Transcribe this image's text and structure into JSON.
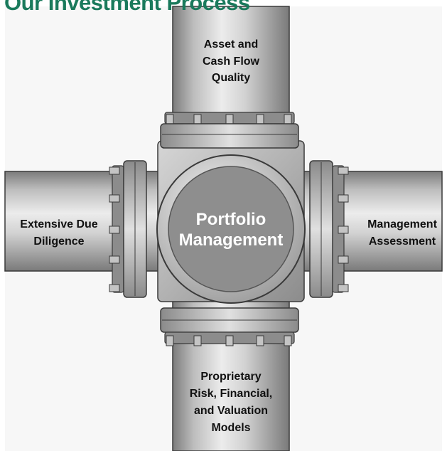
{
  "title": "Our Investment Process",
  "colors": {
    "title": "#1a7a5c",
    "background": "#f7f7f7",
    "pipe_light": "#e8e8e8",
    "pipe_mid": "#a9a9a9",
    "pipe_dark": "#7a7a7a",
    "outline": "#3a3a3a",
    "center_fill": "#8e8e8e",
    "center_text": "#ffffff",
    "label_text": "#111111"
  },
  "center": {
    "line1": "Portfolio",
    "line2": "Management"
  },
  "labels": {
    "top": [
      "Asset and",
      "Cash Flow",
      "Quality"
    ],
    "left": [
      "Extensive Due",
      "Diligence"
    ],
    "right": [
      "Management",
      "Assessment"
    ],
    "bottom": [
      "Proprietary",
      "Risk, Financial,",
      "and Valuation",
      "Models"
    ]
  }
}
